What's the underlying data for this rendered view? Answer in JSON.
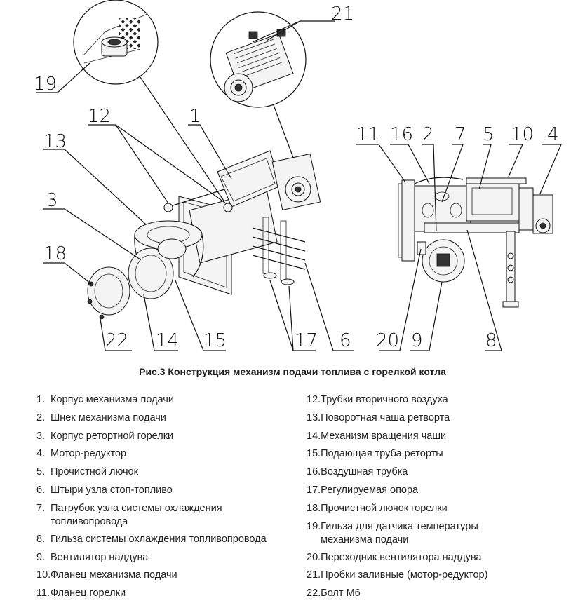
{
  "figure": {
    "callouts": [
      "21",
      "19",
      "12",
      "1",
      "13",
      "3",
      "18",
      "22",
      "14",
      "15",
      "17",
      "6",
      "11",
      "16",
      "2",
      "7",
      "5",
      "10",
      "4",
      "20",
      "9",
      "8"
    ]
  },
  "caption": "Рис.3 Конструкция механизм подачи топлива с горелкой котла",
  "legend": {
    "left": [
      {
        "num": "1.",
        "text": "Корпус механизма подачи"
      },
      {
        "num": "2.",
        "text": "Шнек механизма подачи"
      },
      {
        "num": "3.",
        "text": "Корпус ретортной горелки"
      },
      {
        "num": "4.",
        "text": "Мотор-редуктор"
      },
      {
        "num": "5.",
        "text": "Прочистной лючок"
      },
      {
        "num": "6.",
        "text": "Штыри узла стоп-топливо"
      },
      {
        "num": "7.",
        "text": "Патрубок узла системы охлаждения\n топливопровода"
      },
      {
        "num": "8.",
        "text": "Гильза системы охлаждения топливопровода"
      },
      {
        "num": "9.",
        "text": "Вентилятор наддува"
      },
      {
        "num": "10.",
        "text": "Фланец механизма подачи"
      },
      {
        "num": "11.",
        "text": "Фланец горелки"
      }
    ],
    "right": [
      {
        "num": "12.",
        "text": "Трубки вторичного воздуха"
      },
      {
        "num": "13.",
        "text": "Поворотная чаша ретворта"
      },
      {
        "num": "14.",
        "text": "Механизм вращения чаши"
      },
      {
        "num": "15.",
        "text": "Подающая труба реторты"
      },
      {
        "num": "16.",
        "text": "Воздушная трубка"
      },
      {
        "num": "17.",
        "text": "Регулируемая опора"
      },
      {
        "num": "18.",
        "text": "Прочистной лючок горелки"
      },
      {
        "num": "19.",
        "text": "Гильза для датчика температуры\n механизма подачи"
      },
      {
        "num": "20.",
        "text": "Переходник вентилятора наддува"
      },
      {
        "num": "21.",
        "text": "Пробки заливные (мотор-редуктор)"
      },
      {
        "num": "22.",
        "text": "Болт М6"
      }
    ]
  }
}
